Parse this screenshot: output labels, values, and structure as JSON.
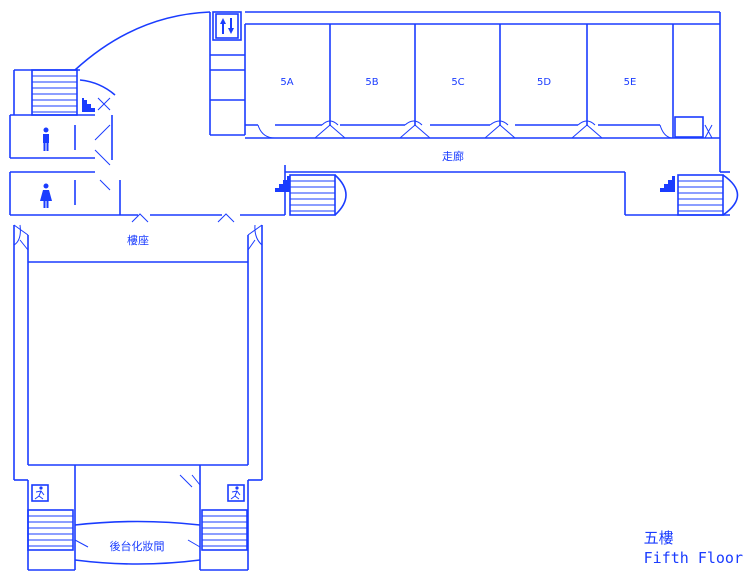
{
  "rooms": [
    "5A",
    "5B",
    "5C",
    "5D",
    "5E"
  ],
  "corridor_label": "走廊",
  "balcony_label": "樓座",
  "backstage_label": "後台化妝間",
  "floor_title_cn": "五樓",
  "floor_title_en": "Fifth Floor",
  "icons": {
    "elevator": "elevator-icon",
    "men": "mens-restroom-icon",
    "women": "womens-restroom-icon",
    "exit": "emergency-exit-icon",
    "stairs": "stairs-icon"
  },
  "colors": {
    "line": "#1a3cff",
    "background": "#ffffff"
  }
}
